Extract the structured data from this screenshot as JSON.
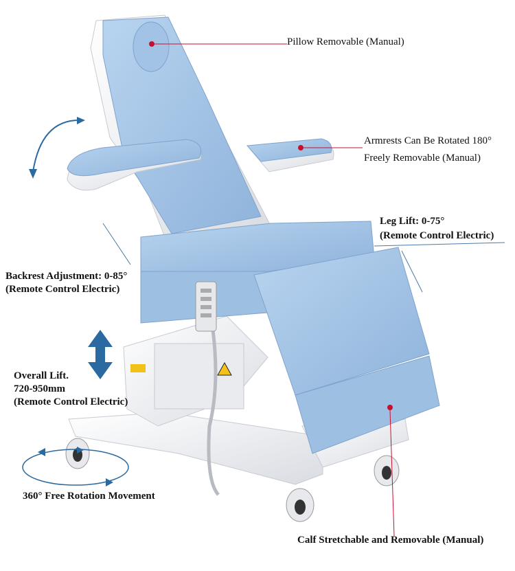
{
  "labels": {
    "pillow": "Pillow Removable (Manual)",
    "armrests_line1": "Armrests Can Be Rotated 180°",
    "armrests_line2": "Freely Removable (Manual)",
    "leg_lift_line1": "Leg Lift: 0-75°",
    "leg_lift_line2": "(Remote Control Electric)",
    "backrest_line1": "Backrest Adjustment: 0-85°",
    "backrest_line2": "(Remote Control Electric)",
    "overall_line1": "Overall Lift.",
    "overall_line2": "720-950mm",
    "overall_line3": "(Remote Control Electric)",
    "rotation": "360° Free Rotation Movement",
    "calf": "Calf Stretchable and Removable (Manual)"
  },
  "colors": {
    "upholstery": "#a9c8e8",
    "upholstery_shade": "#8fb3db",
    "frame": "#f2f3f5",
    "accent_red": "#c8102e",
    "arrow_blue": "#2a6aa0",
    "leader_line": "#4a7aa8"
  },
  "icons": [
    "rotation-arrow-icon",
    "vertical-lift-arrow-icon",
    "caster-wheel-icon",
    "remote-control-icon",
    "warning-label-icon"
  ]
}
